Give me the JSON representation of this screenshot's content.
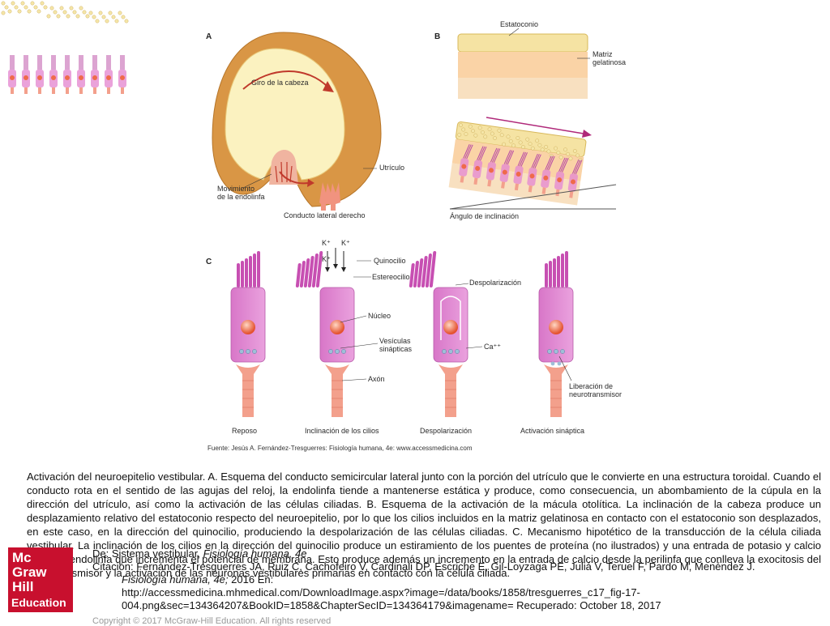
{
  "figure": {
    "panel_a": {
      "letter": "A",
      "giro": "Giro de la cabeza",
      "utriculo": "Utrículo",
      "movimiento_1": "Movimiento",
      "movimiento_2": "de la endolinfa",
      "conducto": "Conducto lateral derecho"
    },
    "panel_b": {
      "letter": "B",
      "estatoconio": "Estatoconio",
      "matriz_1": "Matriz",
      "matriz_2": "gelatinosa",
      "angulo": "Ángulo de inclinación"
    },
    "panel_c": {
      "letter": "C",
      "k1": "K⁺",
      "k2": "K⁺",
      "k3": "K⁺",
      "quinocilio": "Quinocilio",
      "estereocilio": "Estereocilio",
      "despolarizacion_label": "Despolarización",
      "nucleo": "Núcleo",
      "vesiculas_1": "Vesículas",
      "vesiculas_2": "sinápticas",
      "ca": "Ca⁺⁺",
      "axon": "Axón",
      "liberacion_1": "Liberación de",
      "liberacion_2": "neurotransmisor",
      "captions": [
        "Reposo",
        "Inclinación de los cilios",
        "Despolarización",
        "Activación sináptica"
      ]
    },
    "source": "Fuente: Jesús A. Fernández-Tresguerres: Fisiología humana, 4e: www.accessmedicina.com"
  },
  "caption": "Activación del neuroepitelio vestibular. A. Esquema del conducto semicircular lateral junto con la porción del utrículo que le convierte en una estructura toroidal. Cuando el conducto rota en el sentido de las agujas del reloj, la endolinfa tiende a mantenerse estática y produce, como consecuencia, un abombamiento de la cúpula en la dirección del utrículo, así como la activación de las células ciliadas. B. Esquema de la activación de la mácula otolítica. La inclinación de la cabeza produce un desplazamiento relativo del estatoconio respecto del neuroepitelio, por lo que los cilios incluidos en la matriz gelatinosa en contacto con el estatoconio son desplazados, en este caso, en la dirección del quinocilio, produciendo la despolarización de las células ciliadas. C. Mecanismo hipotético de la transducción de la célula ciliada vestibular. La inclinación de los cilios en la dirección del quinocilio produce un estiramiento de los puentes de proteína (no ilustrados) y una entrada de potasio y calcio desde la endolinfa que incrementa el potencial de membrana. Esto produce además un incremento en la entrada de calcio desde la perilinfa que conlleva la exocitosis del neurotransmisor y la activación de las neuronas vestibulares primarias en contacto con la célula ciliada.",
  "citation": {
    "de_prefix": "De: Sistema vestibular,",
    "de_book": "Fisiología humana, 4e",
    "citacion": "Citación: Fernández-Tresguerres JA, Ruiz C, Cachofeiro V, Cardinali DP, Escriche E, Gil-Loyzaga PE, Juliá V, Teruel F, Pardo M, Menéndez J.",
    "book": "Fisiología humana, 4e;",
    "year_en": "2016 En:",
    "url_1": "http://accessmedicina.mhmedical.com/DownloadImage.aspx?image=/data/books/1858/tresguerres_c17_fig-17-",
    "url_2": "004.png&sec=134364207&BookID=1858&ChapterSecID=134364179&imagename= Recuperado: October 18, 2017"
  },
  "logo": {
    "line1": "Mc",
    "line2": "Graw",
    "line3": "Hill",
    "line4": "Education"
  },
  "copyright": "Copyright © 2017 McGraw-Hill Education. All rights reserved",
  "colors": {
    "cell": "#e58bd1",
    "nucleus": "#ef6a4a",
    "axon": "#f3a08c",
    "logo": "#c8102e",
    "crystals": "#f5e6a8"
  }
}
